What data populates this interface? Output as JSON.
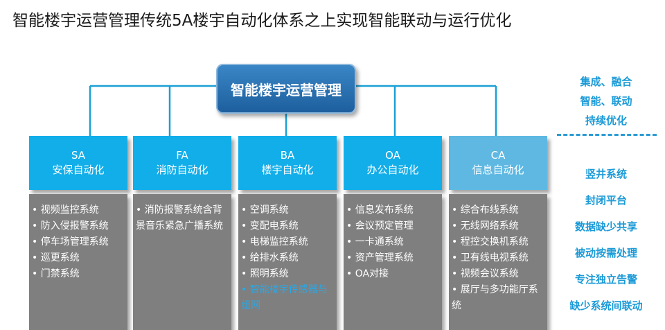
{
  "title": "智能楼宇运营管理传统5A楼宇自动化体系之上实现智能联动与运行优化",
  "top_box": "智能楼宇运营管理",
  "categories": [
    {
      "code": "SA",
      "name": "安保自动化",
      "items": [
        "• 视频监控系统",
        "• 防入侵报警系统",
        "• 停车场管理系统",
        "• 巡更系统",
        "• 门禁系统"
      ]
    },
    {
      "code": "FA",
      "name": "消防自动化",
      "items": [
        "• 消防报警系统含背景音乐紧急广播系统"
      ]
    },
    {
      "code": "BA",
      "name": "楼宇自动化",
      "items": [
        "• 空调系统",
        "• 变配电系统",
        "• 电梯监控系统",
        "• 给排水系统",
        "• 照明系统"
      ],
      "highlight_item": "• 智能楼宇传感器与组网"
    },
    {
      "code": "OA",
      "name": "办公自动化",
      "items": [
        "• 信息发布系统",
        "• 会议预定管理",
        "• 一卡通系统",
        "• 资产管理系统",
        "• OA对接"
      ]
    },
    {
      "code": "CA",
      "name": "信息自动化",
      "items": [
        "• 综合布线系统",
        "• 无线网络系统",
        "• 程控交换机系统",
        "• 卫有线电视系统",
        "• 视频会议系统",
        "• 展厅与多功能厅系统"
      ]
    }
  ],
  "right_top": [
    "集成、融合",
    "智能、联动",
    "持续优化"
  ],
  "right_bottom": [
    "竖井系统",
    "封闭平台",
    "数据缺少共享",
    "被动按需处理",
    "专注独立告警",
    "缺少系统间联动"
  ],
  "colors": {
    "top_box": "#2a77b8",
    "category": "#12aee9",
    "category_ca": "#5eb8e2",
    "list": "#7f7f7f",
    "highlight": "#2aa8e6",
    "right_text": "#1a9ad7",
    "connector": "#1aa0d6"
  }
}
